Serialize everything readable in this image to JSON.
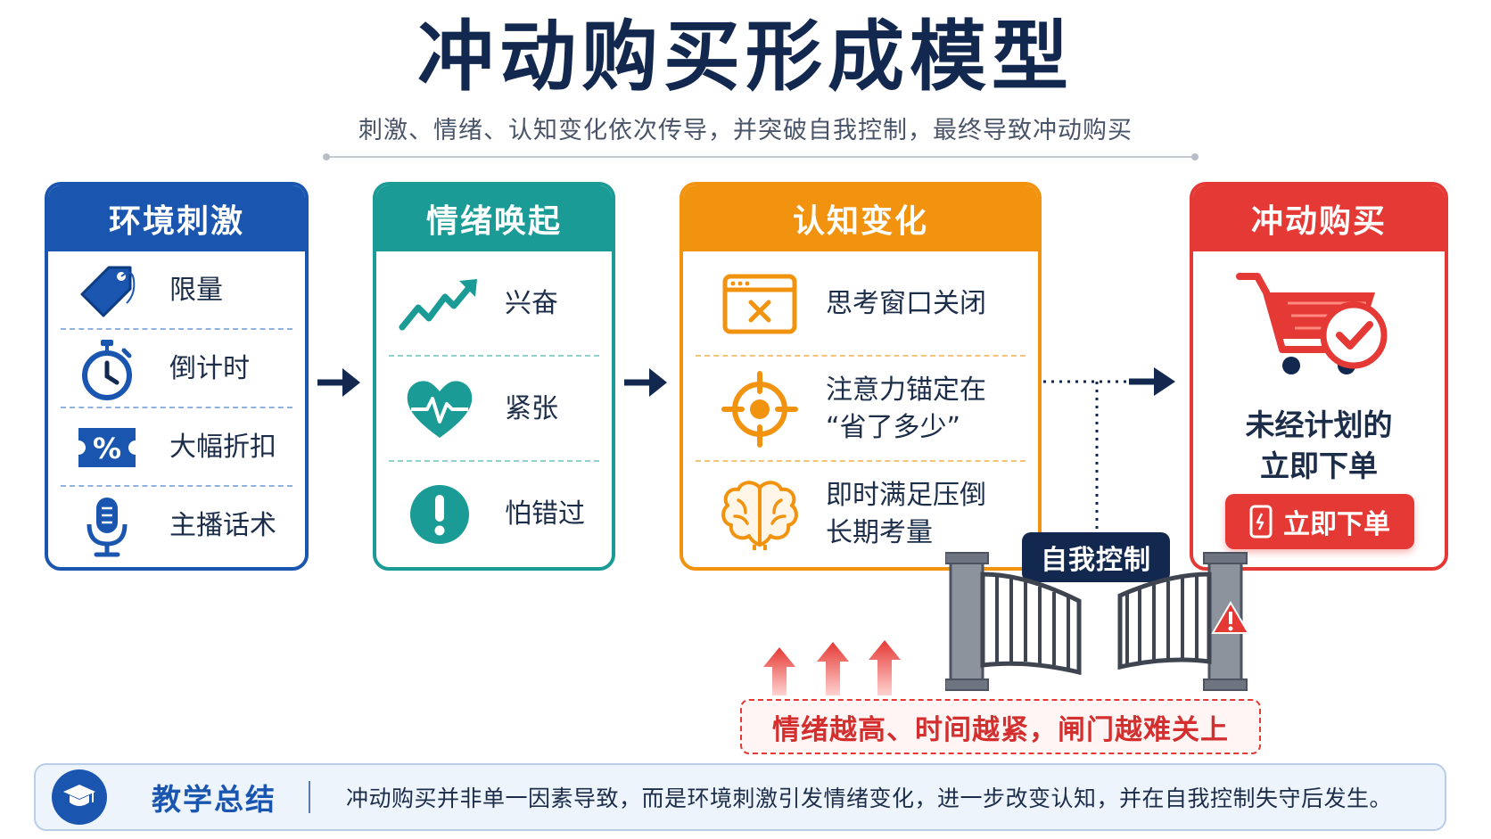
{
  "title": "冲动购买形成模型",
  "subtitle": "刺激、情绪、认知变化依次传导，并突破自我控制，最终导致冲动购买",
  "stages": {
    "env": {
      "header": "环境刺激",
      "items": [
        {
          "label": "限量",
          "icon": "price-tag-icon"
        },
        {
          "label": "倒计时",
          "icon": "stopwatch-icon"
        },
        {
          "label": "大幅折扣",
          "icon": "percent-ticket-icon"
        },
        {
          "label": "主播话术",
          "icon": "microphone-icon"
        }
      ]
    },
    "emotion": {
      "header": "情绪唤起",
      "items": [
        {
          "label": "兴奋",
          "icon": "trend-up-icon"
        },
        {
          "label": "紧张",
          "icon": "heartbeat-icon"
        },
        {
          "label": "怕错过",
          "icon": "exclamation-icon"
        }
      ]
    },
    "cognition": {
      "header": "认知变化",
      "items": [
        {
          "line1": "思考窗口关闭",
          "line2": "",
          "icon": "closed-window-icon"
        },
        {
          "line1": "注意力锚定在",
          "line2": "“省了多少”",
          "icon": "target-icon"
        },
        {
          "line1": "即时满足压倒",
          "line2": "长期考量",
          "icon": "brain-icon"
        }
      ]
    },
    "purchase": {
      "header": "冲动购买",
      "line1": "未经计划的",
      "line2": "立即下单",
      "button": "立即下单",
      "icon": "shopping-cart-check-icon"
    }
  },
  "self_control": "自我控制",
  "warning": "情绪越高、时间越紧，闸门越难关上",
  "summary": {
    "label": "教学总结",
    "text": "冲动购买并非单一因素导致，而是环境刺激引发情绪变化，进一步改变认知，并在自我控制失守后发生。"
  },
  "colors": {
    "env": "#1a56b0",
    "emotion": "#1a9b96",
    "cognition": "#f29310",
    "purchase": "#e53935",
    "navy": "#13284f"
  }
}
